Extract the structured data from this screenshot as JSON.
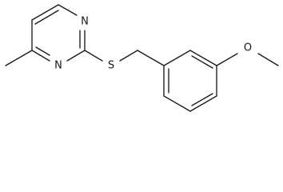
{
  "structure": {
    "atom_labels": {
      "pyrimidine_n3": "N",
      "pyrimidine_n1": "N",
      "thioether_s": "S",
      "methoxy_o": "O"
    }
  }
}
